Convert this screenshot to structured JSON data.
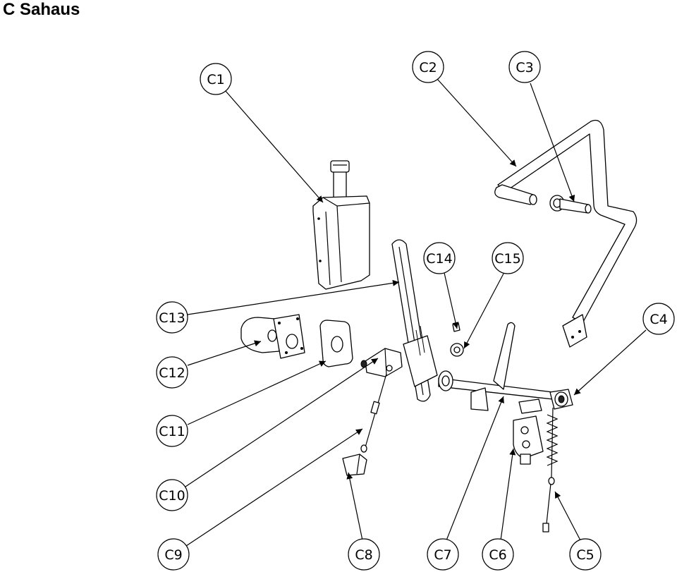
{
  "title": "C Sahaus",
  "callouts": [
    "C1",
    "C2",
    "C3",
    "C4",
    "C5",
    "C6",
    "C7",
    "C8",
    "C9",
    "C10",
    "C11",
    "C12",
    "C13",
    "C14",
    "C15"
  ]
}
